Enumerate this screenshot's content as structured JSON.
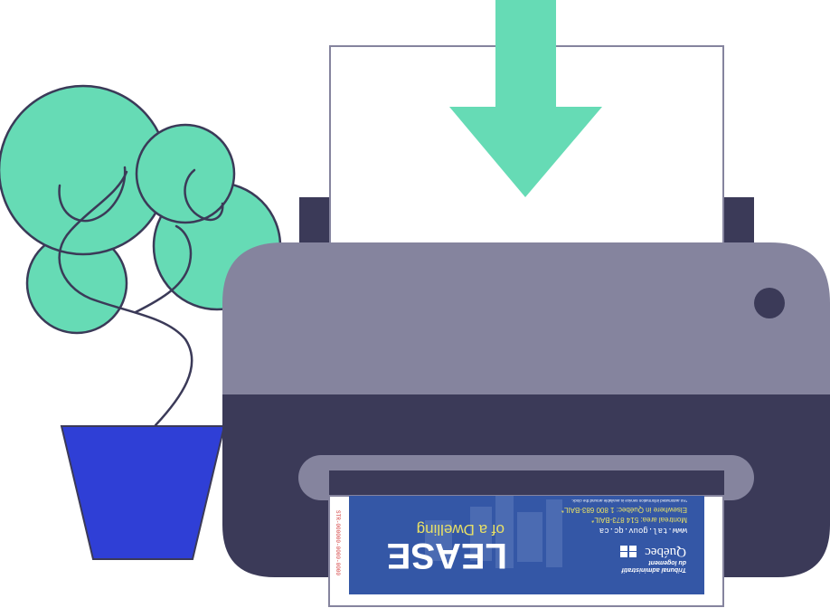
{
  "colors": {
    "leaf": "#66dbb5",
    "stroke": "#3b3a58",
    "pot": "#2f3fd6",
    "printer_top": "#85849e",
    "printer_bottom": "#3b3a58",
    "slot": "#85849e",
    "arrow": "#66dbb5",
    "paper": "#ffffff",
    "paper_border": "#85849e",
    "lease_blue": "#3457a6",
    "lease_yellow": "#e8e066"
  },
  "icons": {
    "arrow": "down-arrow-icon",
    "button": "power-button-icon"
  },
  "lease": {
    "title": "LEASE",
    "subtitle": "of a Dwelling",
    "url": "www.tal.gouv.qc.ca",
    "montreal": "Montreal area: 514 873-BAIL*",
    "elsewhere": "Elsewhere in Québec: 1 800 683-BAIL*",
    "note": "*An automated information service is available around the clock.",
    "org_line1": "Tribunal administratif",
    "org_line2": "du logement",
    "brand": "Québec",
    "serial": "STR-000000-0000-0000"
  }
}
